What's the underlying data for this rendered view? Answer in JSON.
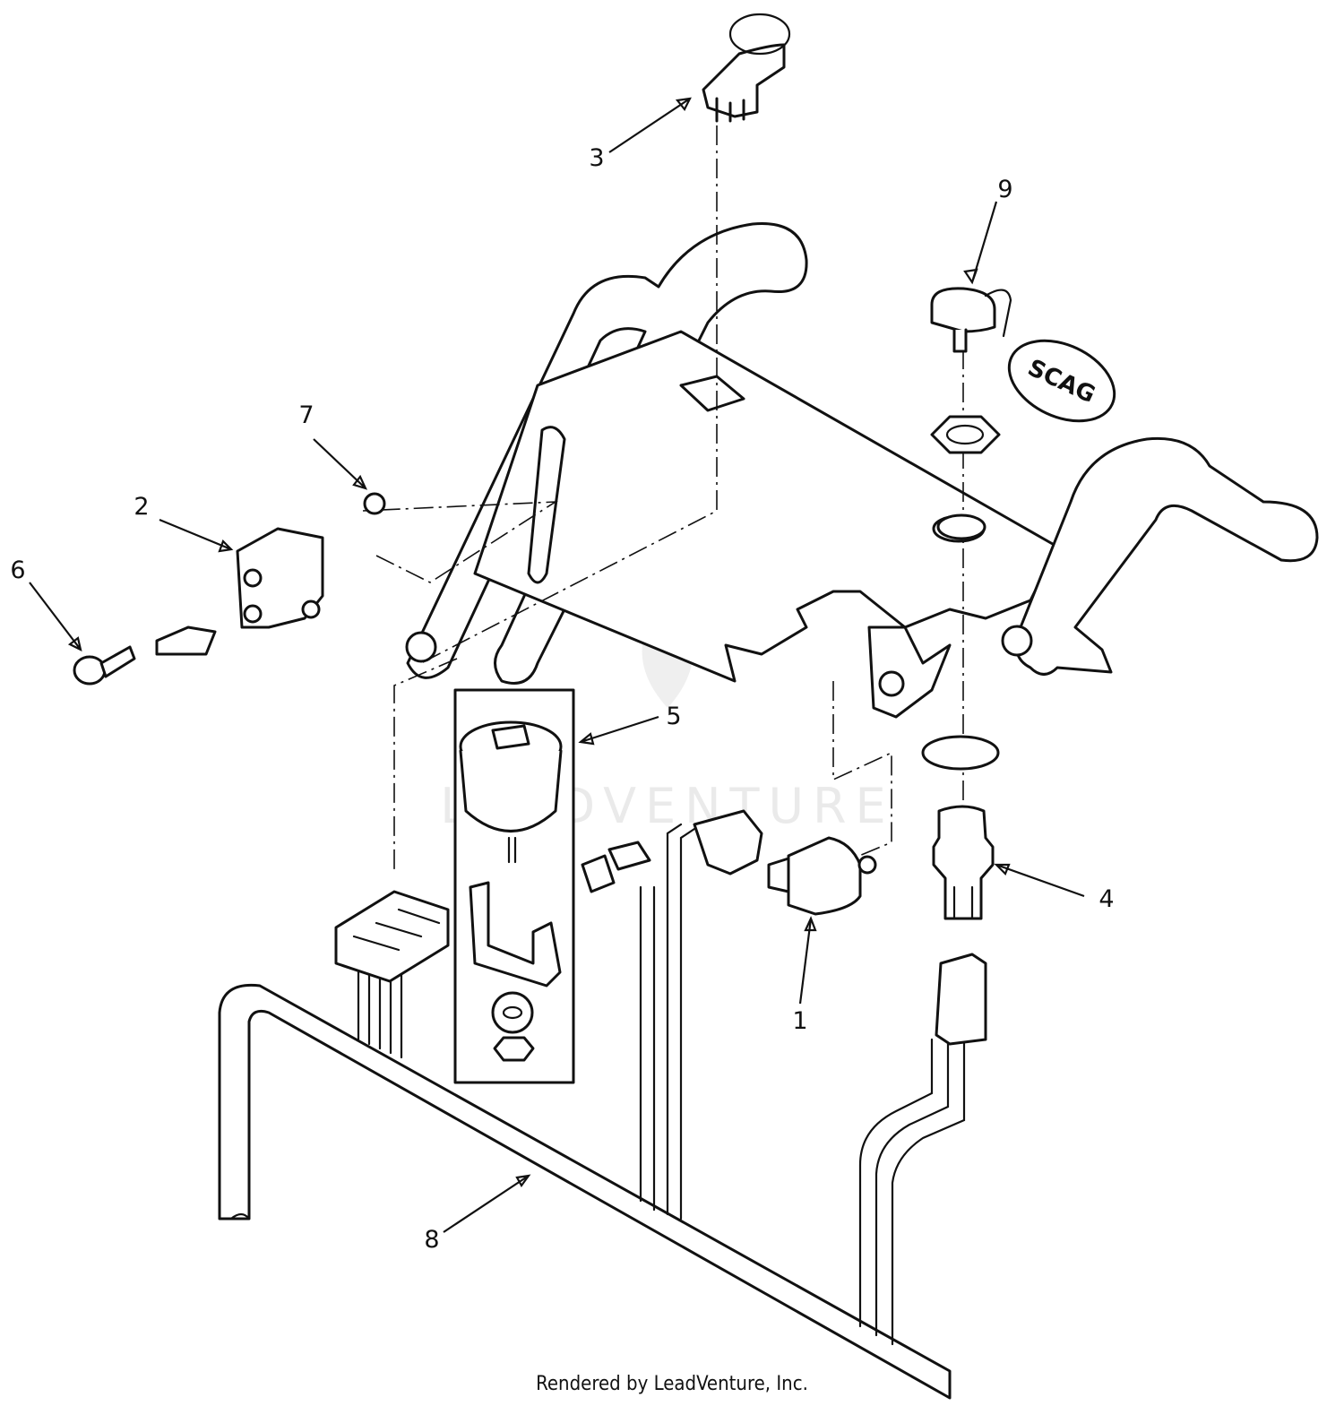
{
  "callouts": [
    {
      "id": "1",
      "label": "1"
    },
    {
      "id": "2",
      "label": "2"
    },
    {
      "id": "3",
      "label": "3"
    },
    {
      "id": "4",
      "label": "4"
    },
    {
      "id": "5",
      "label": "5"
    },
    {
      "id": "6",
      "label": "6"
    },
    {
      "id": "7",
      "label": "7"
    },
    {
      "id": "8",
      "label": "8"
    },
    {
      "id": "9",
      "label": "9"
    }
  ],
  "key_fob_text": "SCAG",
  "watermark": "LEADVENTURE",
  "credit": "Rendered by LeadVenture, Inc.",
  "colors": {
    "ink": "#111111",
    "paper": "#ffffff",
    "watermark": "#eaeaea"
  }
}
